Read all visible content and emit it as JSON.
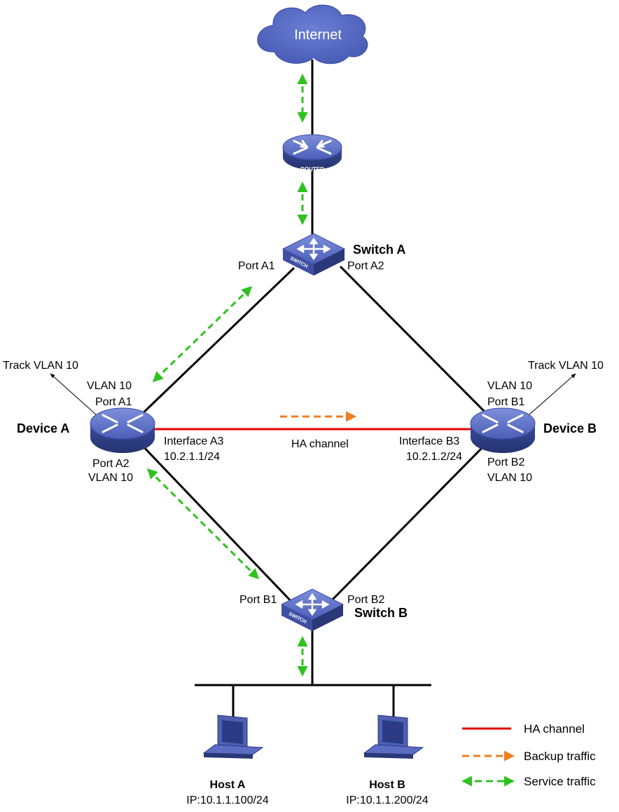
{
  "cloud": {
    "label": "Internet"
  },
  "router": {
    "caption": "ROUTER"
  },
  "switch_a": {
    "name": "Switch A",
    "caption": "SWITCH",
    "port_left": "Port A1",
    "port_right": "Port A2"
  },
  "switch_b": {
    "name": "Switch B",
    "caption": "SWITCH",
    "port_left": "Port B1",
    "port_right": "Port B2"
  },
  "device_a": {
    "name": "Device A",
    "track": "Track VLAN 10",
    "top_vlan": "VLAN 10",
    "top_port": "Port A1",
    "bottom_port": "Port  A2",
    "bottom_vlan": "VLAN 10",
    "interface": "Interface A3",
    "ip": "10.2.1.1/24"
  },
  "device_b": {
    "name": "Device B",
    "track": "Track VLAN 10",
    "top_vlan": "VLAN 10",
    "top_port": "Port  B1",
    "bottom_port": "Port  B2",
    "bottom_vlan": "VLAN 10",
    "interface": "Interface B3",
    "ip": "10.2.1.2/24"
  },
  "ha_channel_label": "HA channel",
  "host_a": {
    "name": "Host A",
    "ip": "IP:10.1.1.100/24"
  },
  "host_b": {
    "name": "Host B",
    "ip": "IP:10.1.1.200/24"
  },
  "legend": [
    {
      "label": "HA channel",
      "style": "solid",
      "color": "#e60000"
    },
    {
      "label": "Backup traffic",
      "style": "dashed-arrow",
      "color": "#f07c1e"
    },
    {
      "label": "Service traffic",
      "style": "dashed-double-arrow",
      "color": "#2fc21f"
    }
  ],
  "colors": {
    "device_blue": "#4a5bb0",
    "ha_red": "#e60000",
    "backup_orange": "#f07c1e",
    "service_green": "#2fc21f"
  }
}
